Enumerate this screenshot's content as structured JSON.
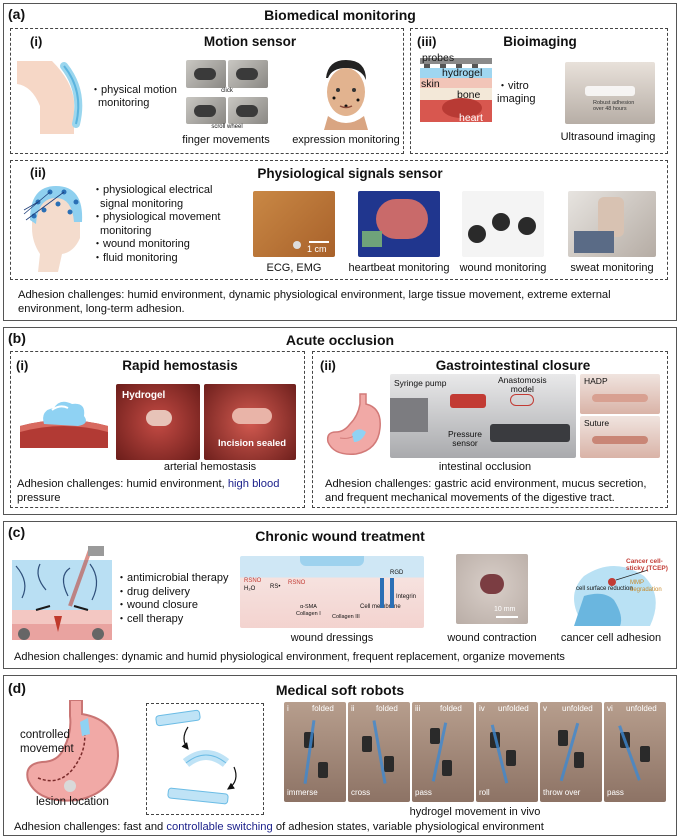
{
  "panel_a": {
    "label": "(a)",
    "title": "Biomedical monitoring",
    "motion": {
      "label": "(i)",
      "title": "Motion sensor",
      "bullet_1": "・physical motion",
      "bullet_1b": "monitoring",
      "click_label": "click",
      "scroll_label": "scroll wheel",
      "finger_caption": "finger movements",
      "expression_caption": "expression monitoring"
    },
    "bioimaging": {
      "label": "(iii)",
      "title": "Bioimaging",
      "probes": "probes",
      "hydrogel": "hydrogel",
      "skin": "skin",
      "bone": "bone",
      "heart": "heart",
      "vitro_1": "・vitro",
      "vitro_2": "imaging",
      "robust_text_1": "Robust adhesion",
      "robust_text_2": "over 48 hours",
      "ultrasound_caption": "Ultrasound imaging"
    },
    "signals": {
      "label": "(ii)",
      "title": "Physiological signals sensor",
      "bullets": [
        "physiological electrical",
        "signal monitoring",
        "physiological movement",
        "monitoring",
        "wound monitoring",
        "fluid monitoring"
      ],
      "scale": "1 cm",
      "captions": [
        "ECG, EMG",
        "heartbeat monitoring",
        "wound monitoring",
        "sweat monitoring"
      ]
    },
    "challenges": "Adhesion challenges: humid environment, dynamic physiological environment, large tissue movement, extreme external environment, long-term adhesion."
  },
  "panel_b": {
    "label": "(b)",
    "title": "Acute occlusion",
    "hemostasis": {
      "label": "(i)",
      "title": "Rapid hemostasis",
      "hydrogel": "Hydrogel",
      "sealed": "Incision sealed",
      "caption": "arterial hemostasis",
      "challenges_1": "Adhesion challenges: humid environment, ",
      "challenges_hl": "high blood",
      "challenges_2": "pressure"
    },
    "gi": {
      "label": "(ii)",
      "title": "Gastrointestinal closure",
      "syringe": "Syringe pump",
      "anastomosis": "Anastomosis",
      "model": "model",
      "pressure": "Pressure",
      "sensor": "sensor",
      "hadp": "HADP",
      "suture": "Suture",
      "caption": "intestinal occlusion",
      "challenges_1": "Adhesion challenges: gastric acid environment, mucus secretion,",
      "challenges_2": "and frequent mechanical movements of the digestive tract."
    }
  },
  "panel_c": {
    "label": "(c)",
    "title": "Chronic wound treatment",
    "bullets": [
      "antimicrobial therapy",
      "drug delivery",
      "wound closure",
      "cell therapy"
    ],
    "diagram_labels": {
      "rsno": "RSNO",
      "h2o": "H₂O",
      "rs": "RS•",
      "rsh": "RSNO",
      "rgd": "RGD",
      "integrin": "Integrin",
      "cell_membrane": "Cell membrane",
      "a_sma": "α-SMA",
      "collagen1": "Collagen I",
      "collagen3": "Collagen III"
    },
    "scale": "10 mm",
    "cancer_label_1": "Cancer cell-",
    "cancer_label_2": "sticky (TCEP)",
    "mmp_1": "MMP",
    "mmp_2": "degradation",
    "cell_surface": "cell surface reduction",
    "captions": [
      "wound dressings",
      "wound contraction",
      "cancer cell adhesion"
    ],
    "challenges": "Adhesion challenges: dynamic and humid physiological environment, frequent replacement, organize movements"
  },
  "panel_d": {
    "label": "(d)",
    "title": "Medical soft robots",
    "controlled_1": "controlled",
    "controlled_2": "movement",
    "lesion": "lesion location",
    "frames": [
      {
        "num": "i",
        "state": "folded",
        "action": "immerse"
      },
      {
        "num": "ii",
        "state": "folded",
        "action": "cross"
      },
      {
        "num": "iii",
        "state": "folded",
        "action": "pass"
      },
      {
        "num": "iv",
        "state": "unfolded",
        "action": "roll"
      },
      {
        "num": "v",
        "state": "unfolded",
        "action": "throw over"
      },
      {
        "num": "vi",
        "state": "unfolded",
        "action": "pass"
      }
    ],
    "caption": "hydrogel movement in vivo",
    "challenges_1": "Adhesion challenges: fast and ",
    "challenges_hl": "controllable switching",
    "challenges_2": " of adhesion states, variable physiological environment"
  }
}
